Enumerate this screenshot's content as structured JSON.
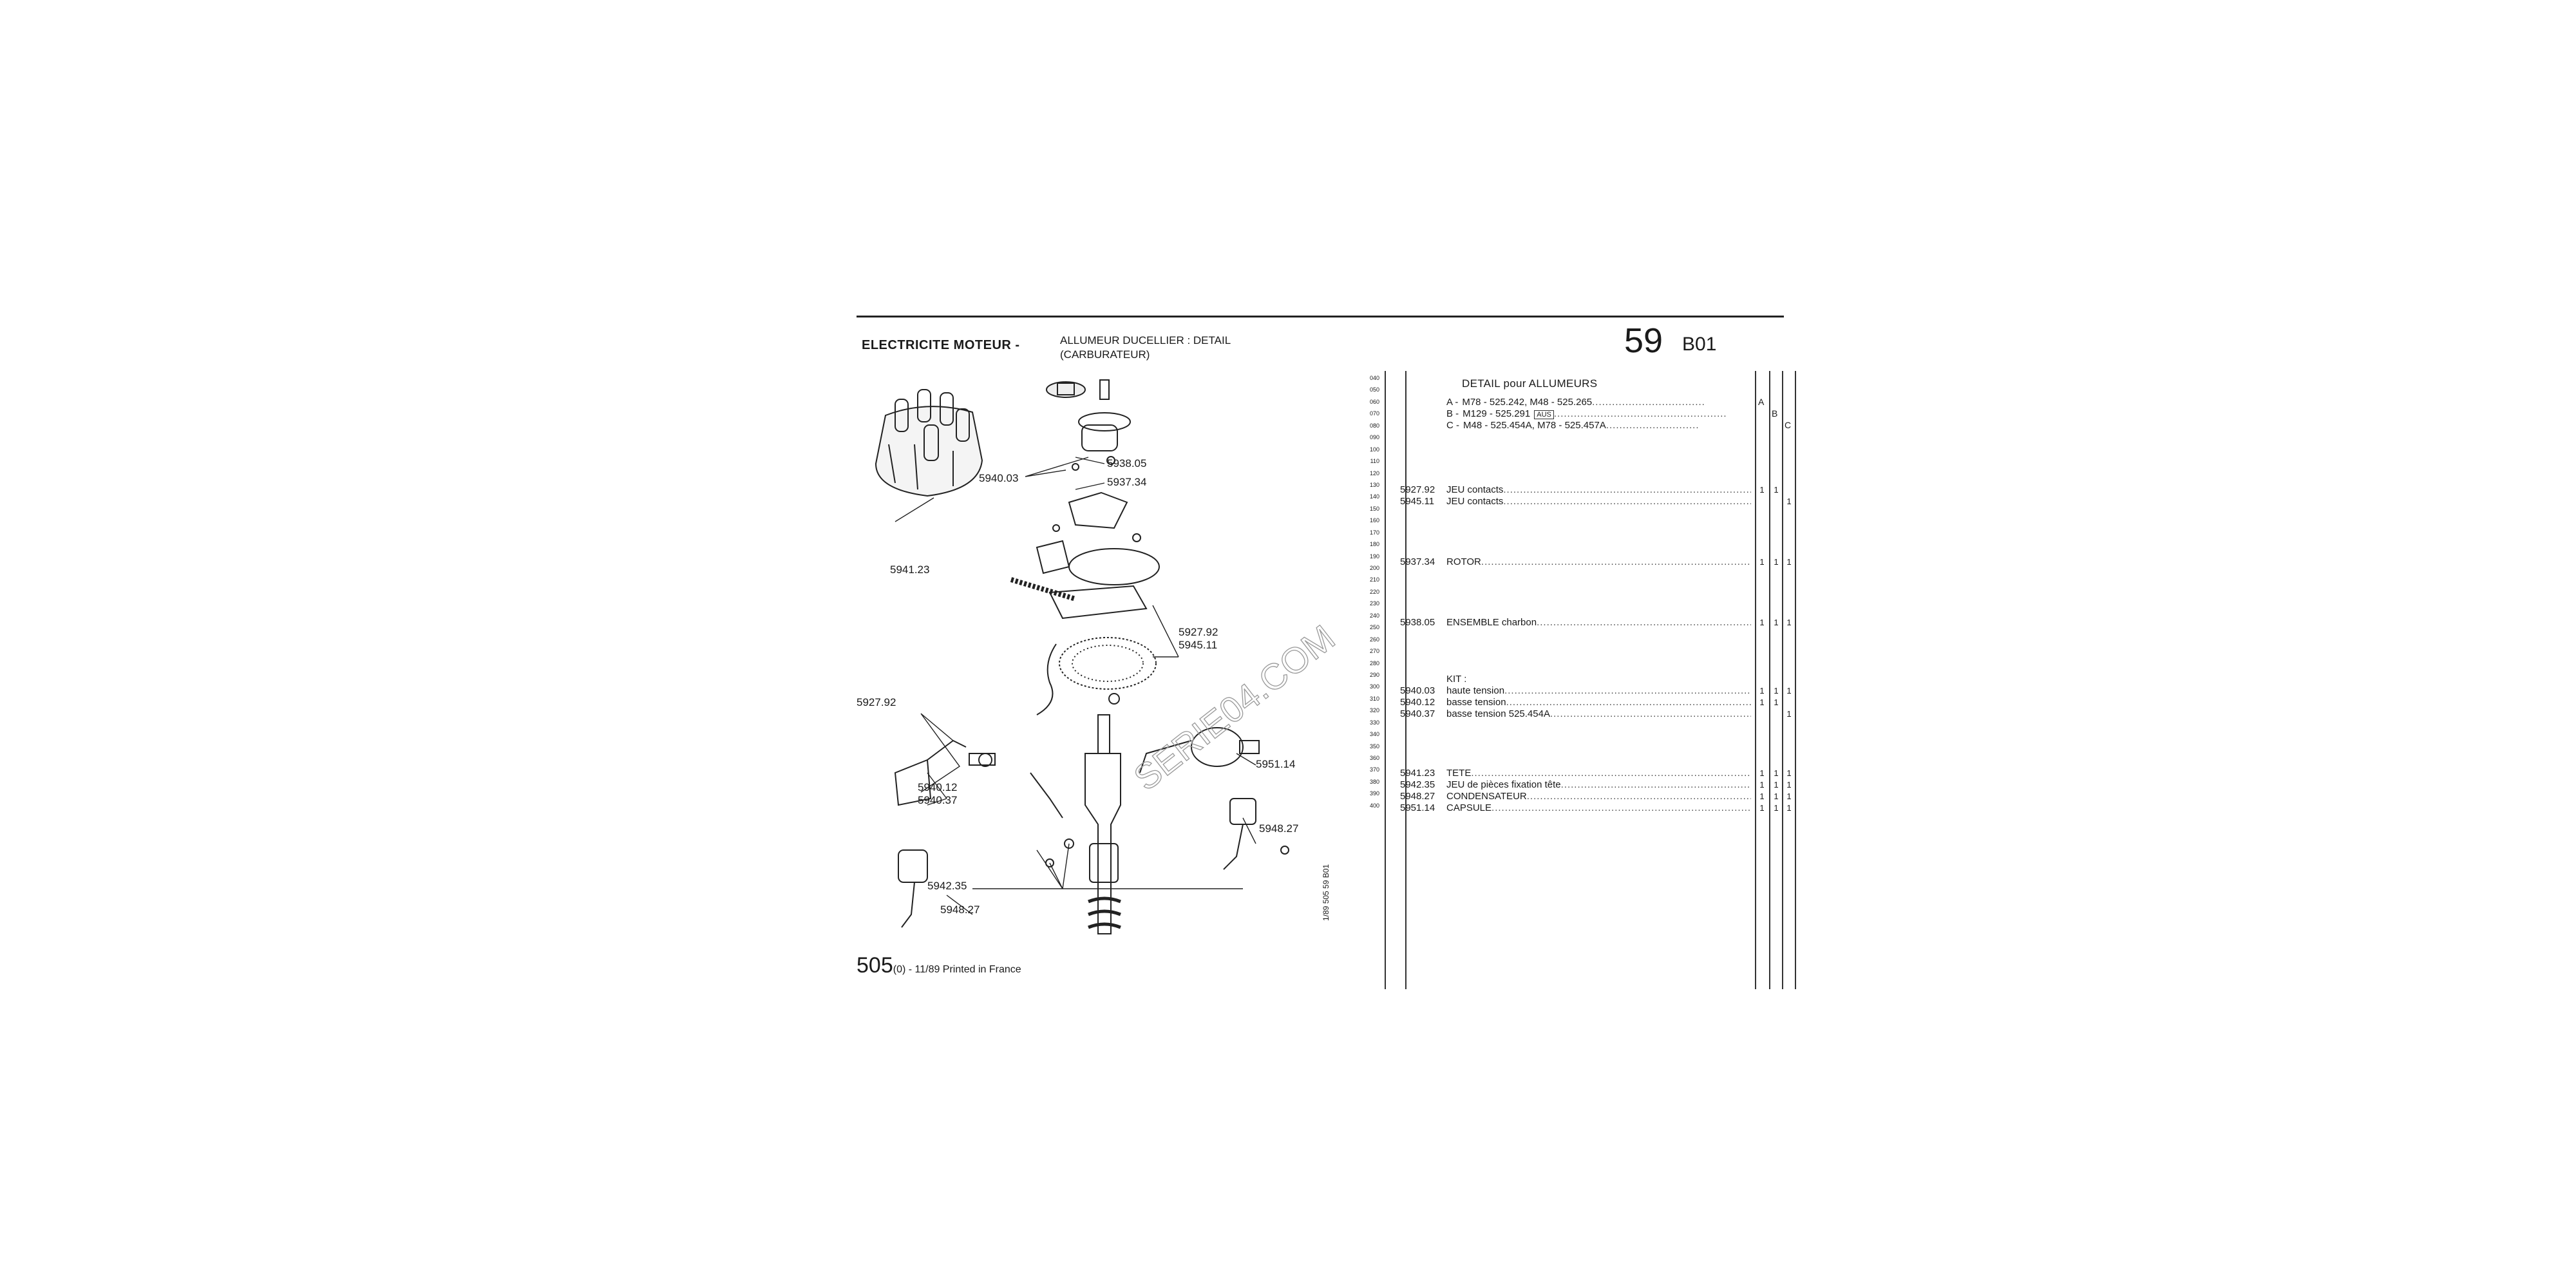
{
  "header": {
    "section": "ELECTRICITE MOTEUR -",
    "subtitle_line1": "ALLUMEUR DUCELLIER : DETAIL",
    "subtitle_line2": "(CARBURATEUR)",
    "page_number": "59",
    "page_code": "B01"
  },
  "drawing": {
    "callouts": [
      "5938.05",
      "5940.03",
      "5937.34",
      "5941.23",
      "5927.92",
      "5945.11",
      "5927.92",
      "5951.14",
      "5940.12",
      "5940.37",
      "5948.27",
      "5942.35",
      "5948.27"
    ],
    "watermark": "SERIE04.COM"
  },
  "footer": {
    "model": "505",
    "suffix": "(0) - 11/89 Printed in France"
  },
  "margin_ref": "1/89  505  59  B01",
  "line_numbers": [
    "040",
    "050",
    "060",
    "070",
    "080",
    "090",
    "100",
    "110",
    "120",
    "130",
    "140",
    "150",
    "160",
    "170",
    "180",
    "190",
    "200",
    "210",
    "220",
    "230",
    "240",
    "250",
    "260",
    "270",
    "280",
    "290",
    "300",
    "310",
    "320",
    "330",
    "340",
    "350",
    "360",
    "370",
    "380",
    "390",
    "400"
  ],
  "table": {
    "title": "DETAIL pour ALLUMEURS",
    "applications": [
      {
        "label": "A -",
        "text": "M78 - 525.242, M48 - 525.265",
        "col": "A"
      },
      {
        "label": "B -",
        "text": "M129 - 525.291",
        "badge": "AUS",
        "col": "B"
      },
      {
        "label": "C -",
        "text": "M48 - 525.454A, M78 - 525.457A",
        "col": "C"
      }
    ],
    "kit_label": "KIT :",
    "rows": [
      {
        "ref": "5927.92",
        "desc": "JEU contacts",
        "a": "1",
        "b": "1",
        "c": ""
      },
      {
        "ref": "5945.11",
        "desc": "JEU contacts",
        "a": "",
        "b": "",
        "c": "1"
      },
      {
        "ref": "5937.34",
        "desc": "ROTOR",
        "a": "1",
        "b": "1",
        "c": "1"
      },
      {
        "ref": "5938.05",
        "desc": "ENSEMBLE charbon",
        "a": "1",
        "b": "1",
        "c": "1"
      },
      {
        "ref": "5940.03",
        "desc": " haute tension",
        "a": "1",
        "b": "1",
        "c": "1"
      },
      {
        "ref": "5940.12",
        "desc": " basse tension",
        "a": "1",
        "b": "1",
        "c": ""
      },
      {
        "ref": "5940.37",
        "desc": " basse tension 525.454A",
        "a": "",
        "b": "",
        "c": "1"
      },
      {
        "ref": "5941.23",
        "desc": "TETE",
        "a": "1",
        "b": "1",
        "c": "1"
      },
      {
        "ref": "5942.35",
        "desc": "JEU de pièces fixation tête",
        "a": "1",
        "b": "1",
        "c": "1"
      },
      {
        "ref": "5948.27",
        "desc": "CONDENSATEUR",
        "a": "1",
        "b": "1",
        "c": "1"
      },
      {
        "ref": "5951.14",
        "desc": "CAPSULE",
        "a": "1",
        "b": "1",
        "c": "1"
      }
    ]
  }
}
